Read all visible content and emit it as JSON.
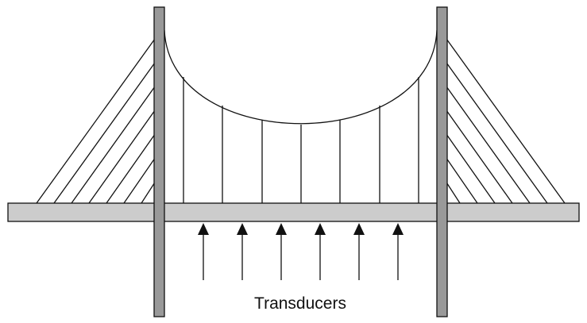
{
  "diagram": {
    "caption": "Transducers",
    "colors": {
      "line": "#111111",
      "tower_fill": "#999999",
      "deck_fill": "#cccccc",
      "background": "#ffffff"
    },
    "counts": {
      "left_stay_cables": 7,
      "right_stay_cables": 7,
      "hangers": 7,
      "transducer_arrows": 6
    }
  }
}
